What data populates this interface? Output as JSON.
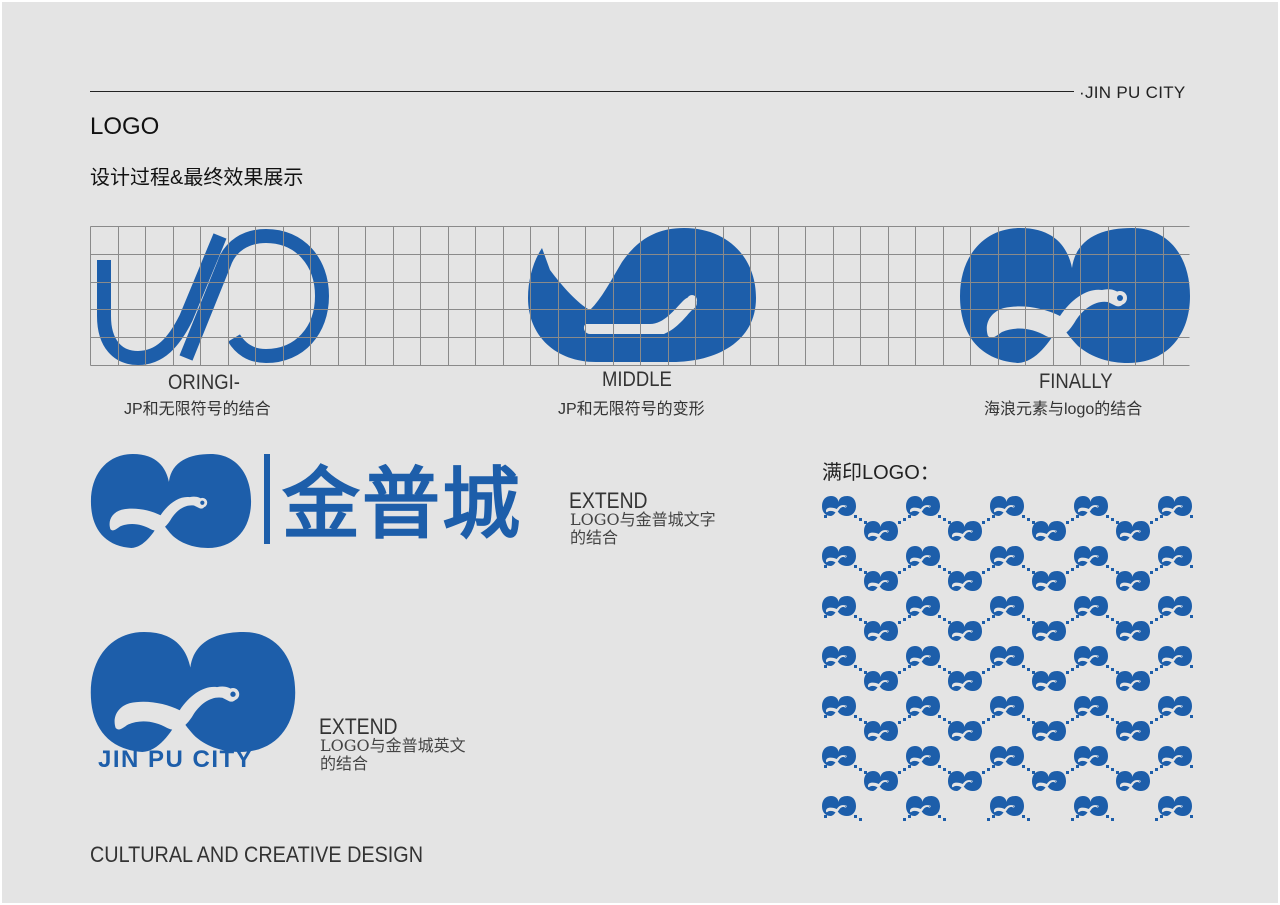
{
  "header": {
    "brand": "·JIN PU CITY"
  },
  "section": {
    "title": "LOGO",
    "subtitle": "设计过程&最终效果展示"
  },
  "stages": [
    {
      "title": "ORINGI-",
      "subtitle": "JP和无限符号的结合"
    },
    {
      "title": "MIDDLE",
      "subtitle": "JP和无限符号的变形"
    },
    {
      "title": "FINALLY",
      "subtitle": "海浪元素与logo的结合"
    }
  ],
  "lockups": {
    "horizontal": {
      "chinese_name": "金普城",
      "extend_title": "EXTEND",
      "extend_desc_line1": "LOGO与金普城文字",
      "extend_desc_line2": "的结合"
    },
    "stacked": {
      "english_name": "JIN PU CITY",
      "extend_title": "EXTEND",
      "extend_desc_line1": "LOGO与金普城英文",
      "extend_desc_line2": "的结合"
    }
  },
  "pattern": {
    "title": "满印LOGO："
  },
  "footer": {
    "text": "CULTURAL AND CREATIVE DESIGN"
  },
  "colors": {
    "brand_blue": "#1d5eaa",
    "background": "#e4e4e4",
    "grid_line": "#8a8a8a"
  },
  "icons": {
    "logo": "jp-infinity-wave-logo",
    "pattern": "repeating-logo-pattern"
  }
}
